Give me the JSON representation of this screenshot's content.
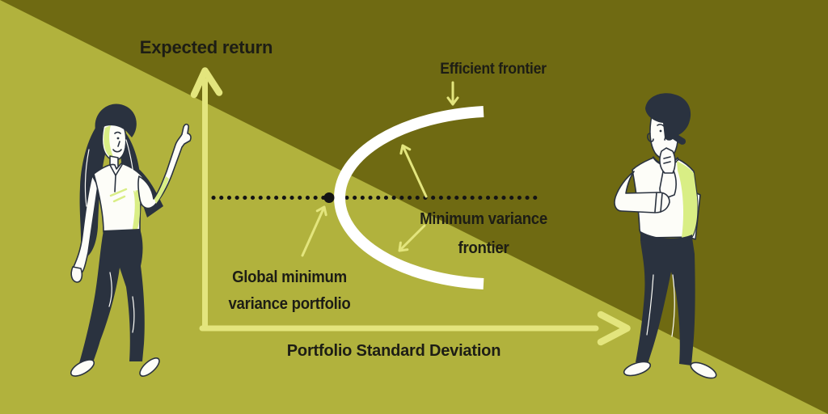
{
  "scene": {
    "y_axis_label": "Expected return",
    "x_axis_label": "Portfolio Standard Deviation",
    "annotations": {
      "efficient_frontier": "Efficient frontier",
      "minimum_variance_frontier": [
        "Minimum variance",
        "frontier"
      ],
      "global_minimum_variance_portfolio": [
        "Global minimum",
        "variance portfolio"
      ]
    },
    "characters": {
      "left": "Woman pointing at the chart",
      "right": "Man thinking with hand on chin"
    }
  },
  "icons": {
    "y_axis_arrowhead": "chevron-up",
    "x_axis_arrowhead": "chevron-right",
    "efficient_frontier_pointer": "arrow-down",
    "global_minimum_pointer": "arrow-up-right",
    "frontier_span_upper_pointer": "arrow-up-left",
    "frontier_span_lower_pointer": "arrow-down-left",
    "global_minimum_marker": "black-dot",
    "vertex_reference": "dotted-horizontal-line"
  },
  "palette": {
    "bg_dark": "#6f6a12",
    "bg_light": "#b1b23d",
    "arrow": "#e3e57d",
    "curve": "#ffffff",
    "ink": "#1d1d15",
    "dot": "#141414",
    "navy": "#2a323f",
    "paper": "#fdfdf8",
    "accent": "#d9ee85"
  }
}
